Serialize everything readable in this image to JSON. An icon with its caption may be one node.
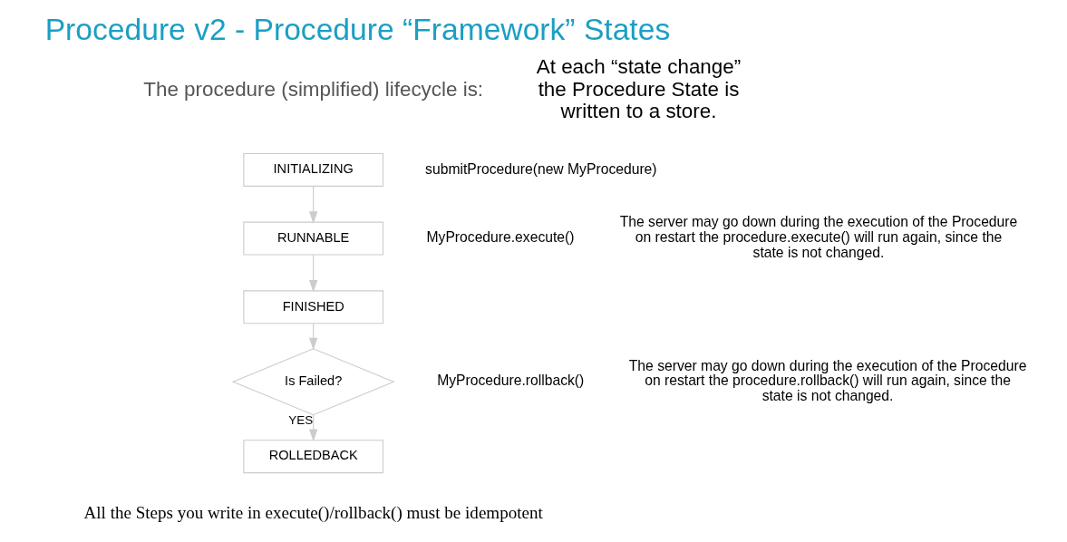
{
  "diagram": {
    "title": "Procedure v2 - Procedure “Framework” States",
    "nodes": [
      {
        "text": [
          "INITIALIZING"
        ]
      },
      {
        "text": [
          "RUNNABLE"
        ]
      },
      {
        "text": [
          "FINISHED"
        ]
      },
      {
        "text": [
          "Is Failed?"
        ]
      },
      {
        "text": [
          "ROLLEDBACK"
        ]
      }
    ],
    "edges": [
      {
        "from": 0,
        "to": 1,
        "arrow": "to"
      },
      {
        "from": 1,
        "to": 2,
        "arrow": "to"
      },
      {
        "from": 2,
        "to": 3,
        "arrow": "to"
      },
      {
        "from": 3,
        "to": 4,
        "arrow": "to",
        "label": "YES"
      }
    ],
    "labels": [
      "The procedure (simplified) lifecycle is:",
      "At each “state change” the Procedure State is written to a store.",
      "submitProcedure(new MyProcedure)",
      "MyProcedure.execute()",
      "The server may go down during the execution of the Procedure on restart the procedure.execute() will run again, since the state is not changed.",
      "MyProcedure.rollback()",
      "The server may go down during the execution of the Procedure on restart the procedure.rollback() will run again, since the state is not changed.",
      "All the Steps you write in execute()/rollback() must be idempotent"
    ]
  }
}
